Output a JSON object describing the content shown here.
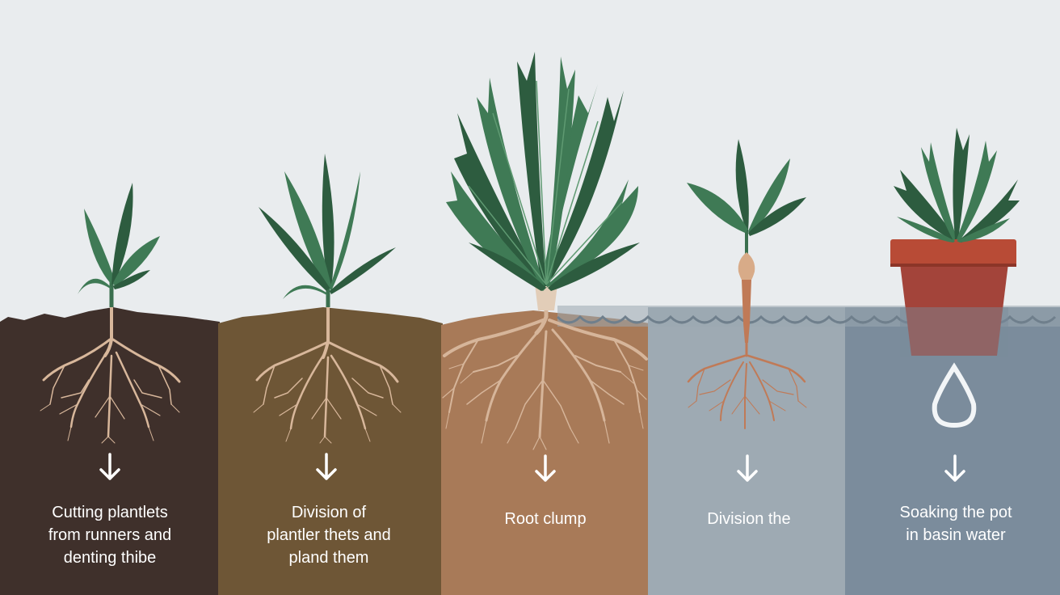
{
  "colors": {
    "sky": "#e9ecee",
    "soil_dark": "#3f302b",
    "soil_olive": "#6e5636",
    "soil_tan": "#a87a58",
    "water_light": "#9eaab3",
    "water_dark": "#7b8c9c",
    "leaf": "#3f7a55",
    "leaf_dark": "#2d5c3f",
    "root": "#d8b79b",
    "root_red": "#c07a57",
    "pot": "#b84b36",
    "label_text": "#ffffff"
  },
  "steps": [
    {
      "icon": "down-arrow-icon",
      "lines": [
        "Cutting plantlets",
        "from runners and",
        "denting thibe"
      ]
    },
    {
      "icon": "down-arrow-icon",
      "lines": [
        "Division of",
        "plantler thets and",
        "pland them"
      ]
    },
    {
      "icon": "down-arrow-icon",
      "lines": [
        "Root clump"
      ]
    },
    {
      "icon": "down-arrow-icon",
      "lines": [
        "Division the"
      ]
    },
    {
      "icon": "down-arrow-icon",
      "lines": [
        "Soaking the pot",
        "in basin water"
      ]
    }
  ]
}
